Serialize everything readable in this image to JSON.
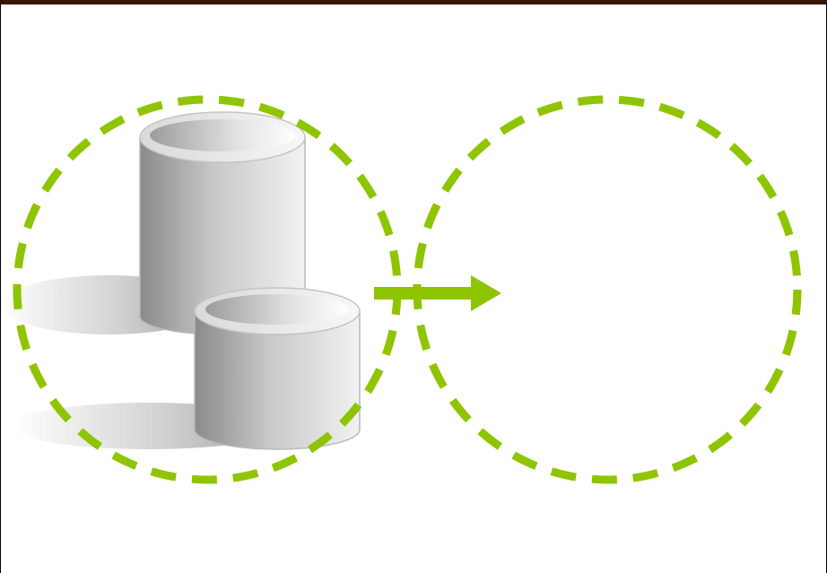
{
  "diagram": {
    "accent_color": "#8fc400",
    "frame_color": "#3a1408",
    "cylinder_base_color": "#9a9a9a",
    "shadow_color": "#bdbdbd",
    "left_group": {
      "shape": "dashed-circle",
      "contents": [
        "database-cylinder-large",
        "database-cylinder-small"
      ]
    },
    "connector": {
      "shape": "arrow",
      "direction": "right"
    },
    "right_group": {
      "shape": "dashed-circle",
      "contents": []
    }
  }
}
